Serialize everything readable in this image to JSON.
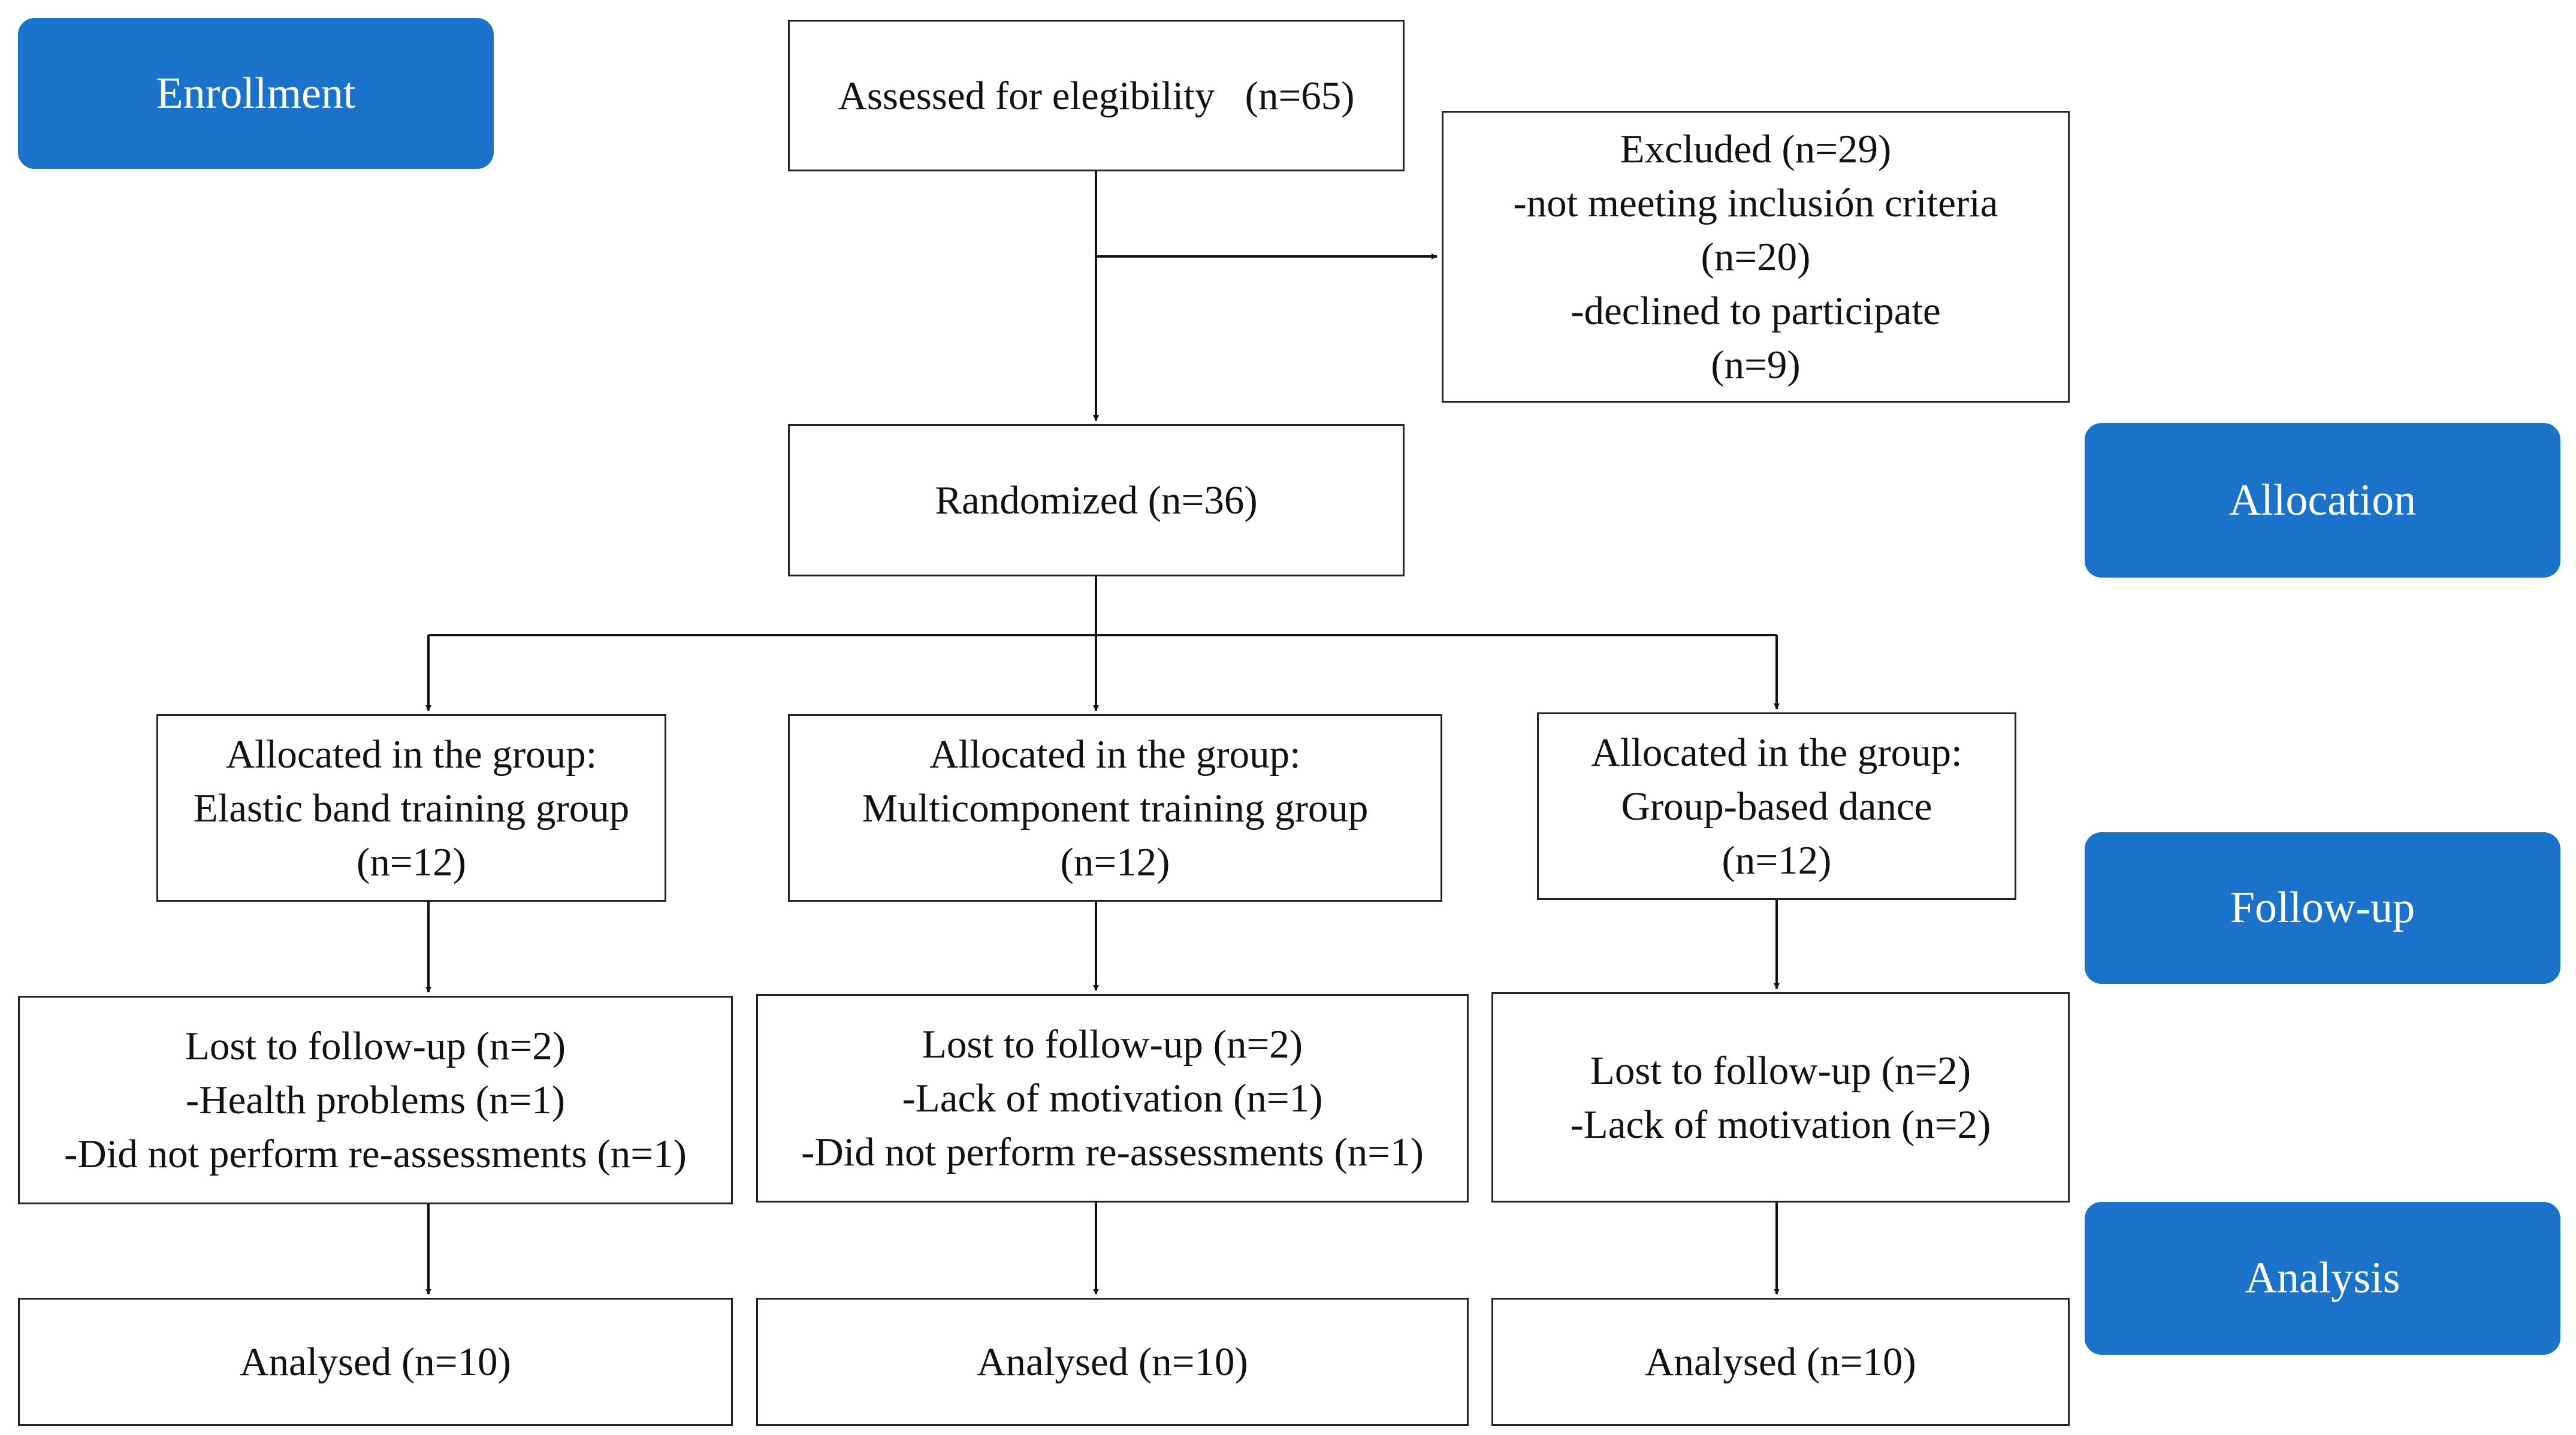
{
  "stages": {
    "enrollment": "Enrollment",
    "allocation": "Allocation",
    "follow_up": "Follow-up",
    "analysis": "Analysis"
  },
  "assessed": {
    "label": "Assessed for elegibility   (n=65)"
  },
  "excluded": {
    "lines": [
      "Excluded (n=29)",
      "-not meeting inclusión criteria",
      "(n=20)",
      "-declined to participate",
      "(n=9)"
    ]
  },
  "randomized": {
    "label": "Randomized (n=36)"
  },
  "allocated": [
    {
      "lines": [
        "Allocated in the group:",
        "Elastic band training group",
        "(n=12)"
      ]
    },
    {
      "lines": [
        "Allocated in the group:",
        "Multicomponent training group",
        "(n=12)"
      ]
    },
    {
      "lines": [
        "Allocated in the group:",
        "Group-based dance",
        "(n=12)"
      ]
    }
  ],
  "lost": [
    {
      "lines": [
        "Lost to follow-up (n=2)",
        "-Health problems (n=1)",
        "-Did not perform re-assessments (n=1)"
      ]
    },
    {
      "lines": [
        "Lost to follow-up (n=2)",
        "-Lack of motivation (n=1)",
        "-Did not perform re-assessments (n=1)"
      ]
    },
    {
      "lines": [
        "Lost to follow-up (n=2)",
        "-Lack of motivation (n=2)"
      ]
    }
  ],
  "analysed": [
    {
      "label": "Analysed (n=10)"
    },
    {
      "label": "Analysed (n=10)"
    },
    {
      "label": "Analysed (n=10)"
    }
  ],
  "colors": {
    "stage_fill": "#1a73c8",
    "stage_text": "#ffffff",
    "box_border": "#222222",
    "line": "#111111"
  }
}
